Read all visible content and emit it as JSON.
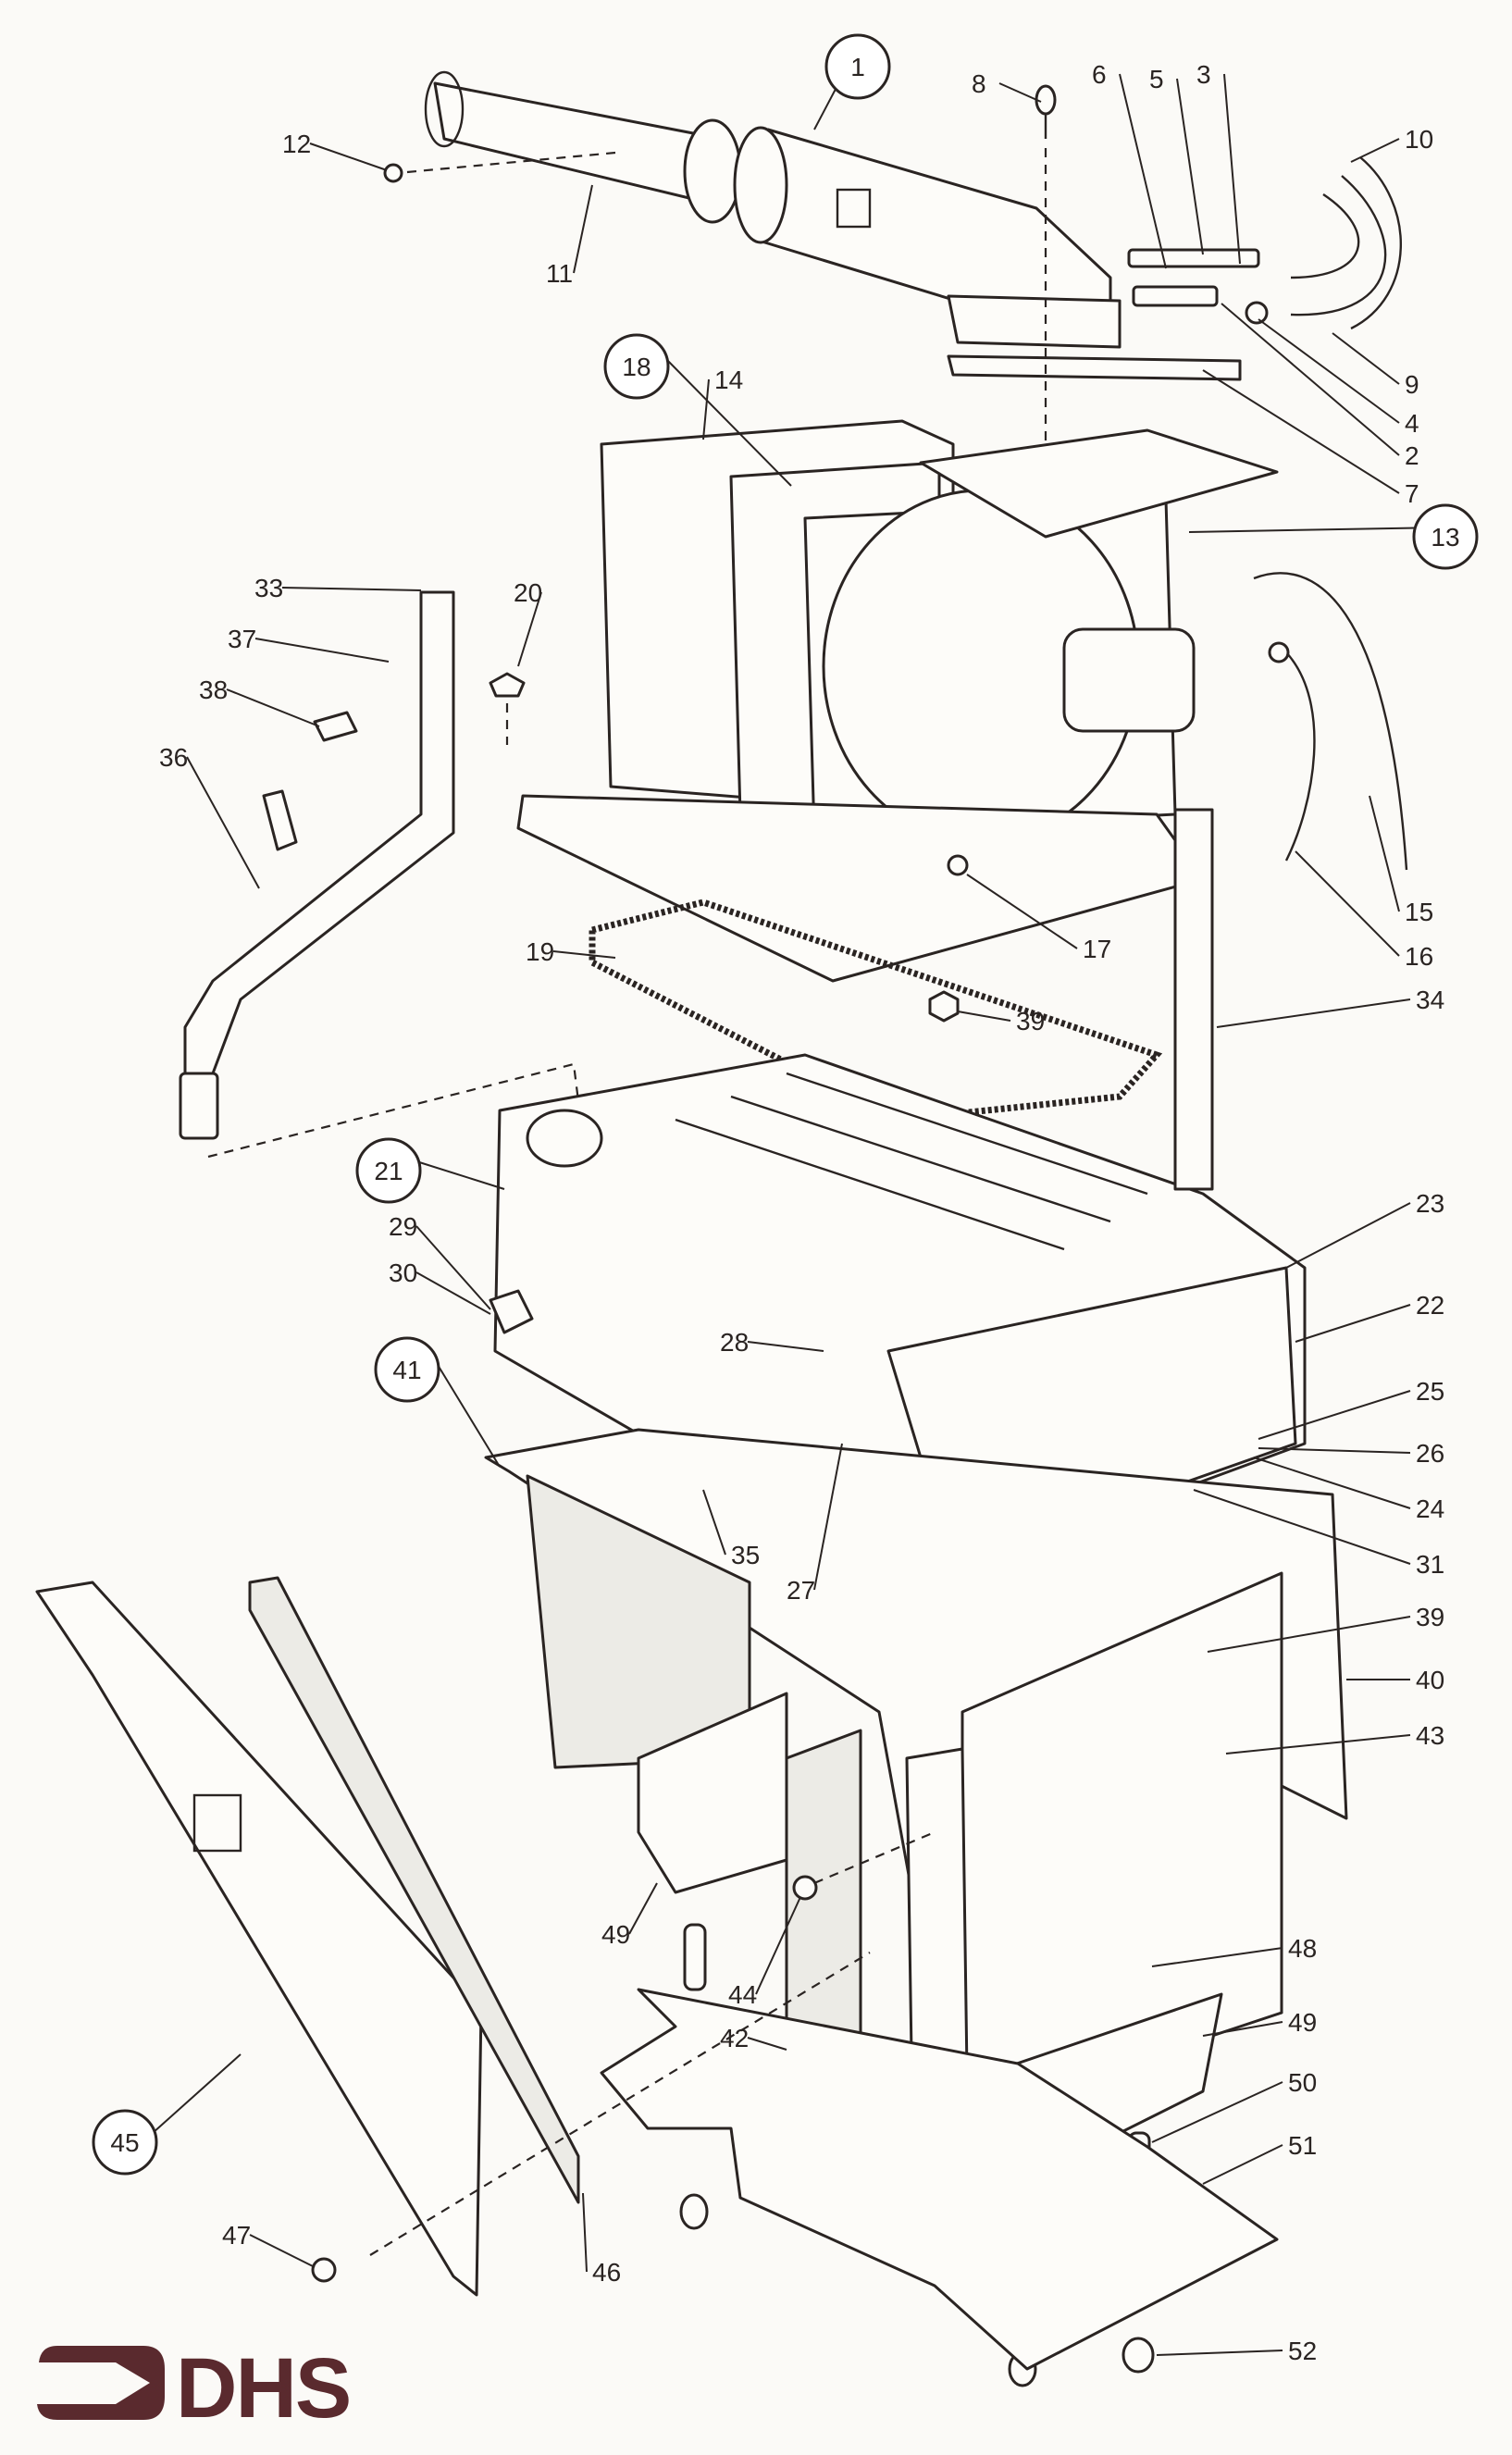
{
  "diagram": {
    "title": "Exploded parts diagram",
    "brand": {
      "name": "DHS",
      "color": "#5a2a2e"
    },
    "ink_color": "#2a2422",
    "callouts": [
      {
        "id": "1",
        "circled": true
      },
      {
        "id": "2"
      },
      {
        "id": "3"
      },
      {
        "id": "4"
      },
      {
        "id": "5"
      },
      {
        "id": "6"
      },
      {
        "id": "7"
      },
      {
        "id": "8"
      },
      {
        "id": "9"
      },
      {
        "id": "10"
      },
      {
        "id": "11"
      },
      {
        "id": "12"
      },
      {
        "id": "13",
        "circled": true
      },
      {
        "id": "14"
      },
      {
        "id": "15"
      },
      {
        "id": "16"
      },
      {
        "id": "17"
      },
      {
        "id": "18",
        "circled": true
      },
      {
        "id": "19"
      },
      {
        "id": "20"
      },
      {
        "id": "21",
        "circled": true
      },
      {
        "id": "22"
      },
      {
        "id": "23"
      },
      {
        "id": "24"
      },
      {
        "id": "25"
      },
      {
        "id": "26"
      },
      {
        "id": "27"
      },
      {
        "id": "28"
      },
      {
        "id": "29"
      },
      {
        "id": "30"
      },
      {
        "id": "31"
      },
      {
        "id": "33"
      },
      {
        "id": "34"
      },
      {
        "id": "35"
      },
      {
        "id": "36"
      },
      {
        "id": "37"
      },
      {
        "id": "38"
      },
      {
        "id": "39"
      },
      {
        "id": "39b",
        "text": "39"
      },
      {
        "id": "40"
      },
      {
        "id": "41",
        "circled": true
      },
      {
        "id": "42"
      },
      {
        "id": "43"
      },
      {
        "id": "44"
      },
      {
        "id": "45",
        "circled": true
      },
      {
        "id": "46"
      },
      {
        "id": "47"
      },
      {
        "id": "48"
      },
      {
        "id": "49"
      },
      {
        "id": "49b",
        "text": "49"
      },
      {
        "id": "50"
      },
      {
        "id": "51"
      },
      {
        "id": "52"
      }
    ]
  }
}
